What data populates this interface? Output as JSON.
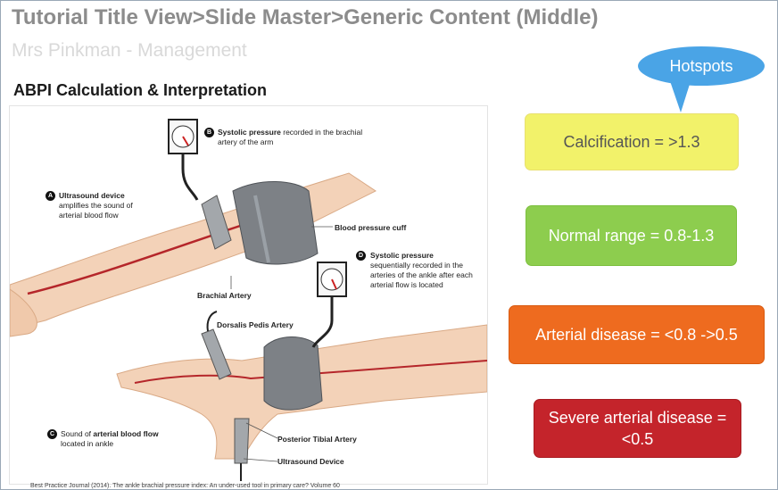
{
  "slide": {
    "title": "Tutorial Title View>Slide Master>Generic Content (Middle)",
    "subtitle": "Mrs Pinkman - Management",
    "section_heading": "ABPI Calculation & Interpretation"
  },
  "callout": {
    "label": "Hotspots"
  },
  "hotspots": [
    {
      "label": "Calcification = >1.3",
      "color": "#f2f26a"
    },
    {
      "label": "Normal range = 0.8-1.3",
      "color": "#8dcd4e"
    },
    {
      "label": "Arterial disease = <0.8 ->0.5",
      "color": "#ee6b1f"
    },
    {
      "label": "Severe arterial disease = <0.5",
      "color": "#c4242b"
    }
  ],
  "figure": {
    "badges": [
      "A",
      "B",
      "C",
      "D"
    ],
    "a_title": "Ultrasound device",
    "a_text": "amplifies the sound of arterial blood flow",
    "b_title": "Systolic pressure",
    "b_text": "recorded in the brachial artery of the arm",
    "cuff": "Blood pressure cuff",
    "brachial": "Brachial Artery",
    "d_title": "Systolic pressure",
    "d_text": "sequentially recorded in the arteries of the ankle after each arterial flow is located",
    "dorsalis": "Dorsalis Pedis Artery",
    "c_prefix": "Sound of ",
    "c_title": "arterial blood flow",
    "c_text": "located in ankle",
    "tibial": "Posterior Tibial Artery",
    "ultrasound": "Ultrasound Device"
  },
  "citation": "Best Practice Journal (2014). The ankle brachial pressure index: An under-used tool in primary care? Volume 60"
}
